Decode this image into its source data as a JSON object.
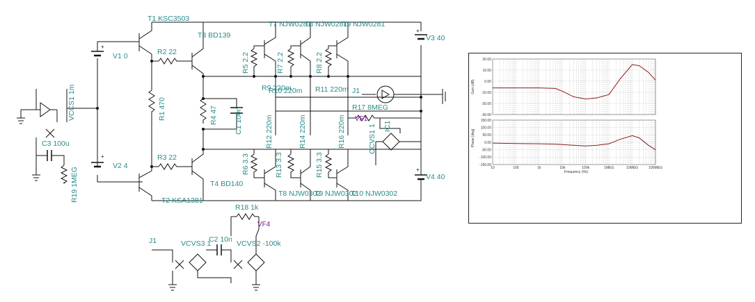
{
  "components": {
    "T1": "T1 KSC3503",
    "T2": "T2 KSA1381",
    "T3": "T3 BD139",
    "T4": "T4 BD140",
    "T7": "T7 NJW0281",
    "T8top": "T8 NJW0281",
    "T9": "T9 NJW0281",
    "T8": "T8 NJW0302",
    "T9b": "T9 NJW0302",
    "T10": "T10 NJW0302",
    "R1": "R1 470",
    "R2": "R2 22",
    "R3": "R3 22",
    "R4": "R4 47",
    "R5": "R5 2.2",
    "R6": "R6 3.3",
    "R7": "R7 2.2",
    "R8": "R8 2.2",
    "R9": "R9 220m",
    "R10": "R10 220m",
    "R11": "R11 220m",
    "R12": "R12 220m",
    "R13": "R13 3.3",
    "R14": "R14 220m",
    "R15": "R15 3.3",
    "R16": "R16 220m",
    "R17": "R17 8MEG",
    "R18": "R18 1k",
    "R19": "R19 1MEG",
    "C1": "C1 100n",
    "C2": "C2 10n",
    "C3": "C3 100u",
    "V1": "V1 0",
    "V2": "V2 4",
    "V3": "V3 40",
    "V4": "V4 40",
    "VCCS1": "VCCS1 1m",
    "CCVS1": "CCVS1 1",
    "VCVS2": "VCVS2 -100k",
    "VCVS3": "VCVS3 1",
    "J1a": "J1",
    "J1b": "J1",
    "IC1": "IC1",
    "VF1": "VF1",
    "VF4": "VF4"
  },
  "plot": {
    "gain_ylabel": "Gain (dB)",
    "phase_ylabel": "Phase [deg]",
    "xlabel": "Frequency (Hz)",
    "gain_ticks": [
      "20.00",
      "10.00",
      "0.00",
      "-10.00",
      "-20.00",
      "-30.00"
    ],
    "phase_ticks": [
      "150.00",
      "100.00",
      "50.00",
      "0.00",
      "-50.00",
      "-100.00",
      "-150.00"
    ],
    "x_ticks": [
      "10",
      "100",
      "1k",
      "10k",
      "100k",
      "1MEG",
      "10MEG",
      "100MEG"
    ]
  },
  "chart_data": {
    "type": "line",
    "x_scale": "log",
    "xlabel": "Frequency (Hz)",
    "x": [
      10,
      100,
      1000,
      5000,
      10000,
      30000,
      100000,
      300000,
      1000000,
      3000000,
      10000000,
      20000000,
      50000000,
      100000000
    ],
    "series": [
      {
        "values": [
          -6,
          -6,
          -6,
          -6.5,
          -9,
          -14,
          -16,
          -15,
          -12,
          2,
          15,
          14,
          8,
          1
        ],
        "ylabel": "Gain (dB)",
        "ylim": [
          -30,
          20
        ]
      },
      {
        "values": [
          -5,
          -8,
          -10,
          -12,
          -15,
          -20,
          -25,
          -20,
          -10,
          20,
          45,
          30,
          -20,
          -50
        ],
        "ylabel": "Phase [deg]",
        "ylim": [
          -150,
          150
        ]
      }
    ],
    "grid": true
  }
}
